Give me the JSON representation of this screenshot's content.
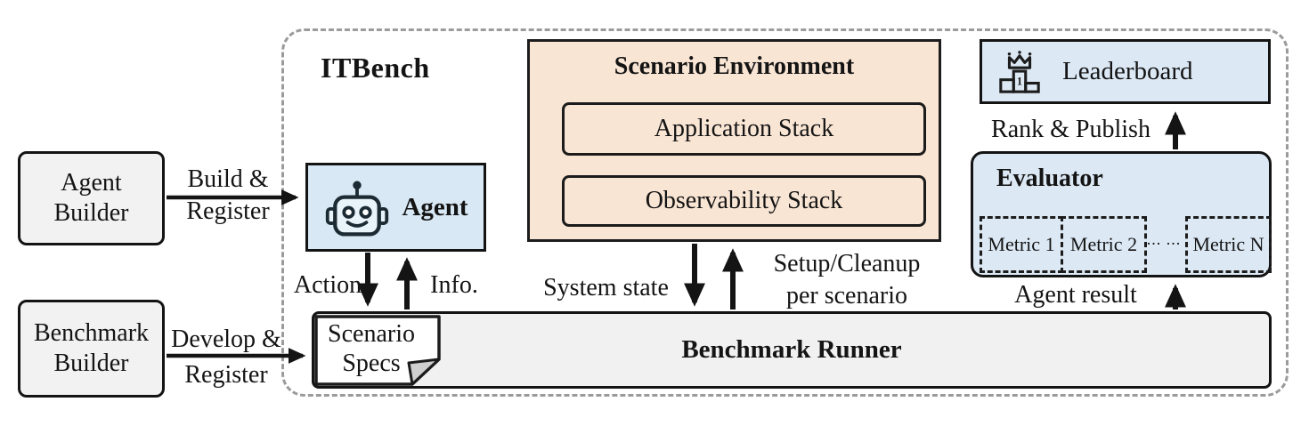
{
  "diagram": {
    "container_label": "ITBench",
    "agent_builder": {
      "line1": "Agent",
      "line2": "Builder"
    },
    "benchmark_builder": {
      "line1": "Benchmark",
      "line2": "Builder"
    },
    "agent": {
      "label": "Agent"
    },
    "scenario_environment": {
      "title": "Scenario Environment",
      "children": [
        "Application Stack",
        "Observability Stack"
      ]
    },
    "leaderboard": {
      "label": "Leaderboard"
    },
    "evaluator": {
      "title": "Evaluator",
      "metrics": [
        "Metric 1",
        "Metric 2",
        "Metric N"
      ],
      "ellipsis": "... ..."
    },
    "benchmark_runner": {
      "label": "Benchmark Runner"
    },
    "scenario_specs": {
      "line1": "Scenario",
      "line2": "Specs"
    },
    "edge_labels": {
      "build_register": {
        "line1": "Build &",
        "line2": "Register"
      },
      "develop_register": {
        "line1": "Develop &",
        "line2": "Register"
      },
      "action": "Action",
      "info": "Info.",
      "system_state": "System state",
      "setup_cleanup": {
        "line1": "Setup/Cleanup",
        "line2": "per scenario"
      },
      "rank_publish": "Rank & Publish",
      "agent_result": "Agent result"
    },
    "colors": {
      "blue_fill": "#d8e8f4",
      "blue_fill_right": "#dce9f5",
      "peach_fill": "#f9e5d4",
      "gray_fill": "#f2f2f2",
      "border": "#141414",
      "dashed_border": "#9b9b9b"
    }
  }
}
